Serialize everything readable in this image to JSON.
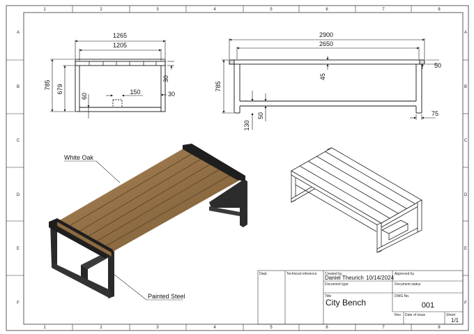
{
  "grid": {
    "columns": [
      "1",
      "2",
      "3",
      "4",
      "5",
      "6",
      "7",
      "8"
    ],
    "rows": [
      "A",
      "B",
      "C",
      "D",
      "E",
      "F"
    ]
  },
  "front_view": {
    "dims": {
      "overall_width": "1265",
      "inner_width": "1205",
      "height": "785",
      "inner_height": "679",
      "leg": "60",
      "slot": "150",
      "top_thk": "30",
      "side": "30"
    }
  },
  "side_view": {
    "dims": {
      "length": "2900",
      "inner_length": "2650",
      "height": "785",
      "plank_gap": "45",
      "overhang": "50",
      "foot": "130",
      "rail": "50",
      "end": "75"
    }
  },
  "callouts": {
    "wood": "White Oak",
    "steel": "Painted Steel"
  },
  "title_block": {
    "dept_label": "Dept.",
    "tech_ref_label": "Technical reference",
    "created_by_label": "Created by",
    "created_by": "Daniel Theurich",
    "created_date": "10/14/2024",
    "approved_by_label": "Approved by",
    "doc_type_label": "Document type",
    "doc_status_label": "Document status",
    "title_label": "Title",
    "title": "City Bench",
    "dwg_label": "DWG No.",
    "dwg_no": "001",
    "rev_label": "Rev.",
    "date_issue_label": "Date of issue",
    "sheet_label": "Sheet",
    "sheet": "1/1"
  }
}
